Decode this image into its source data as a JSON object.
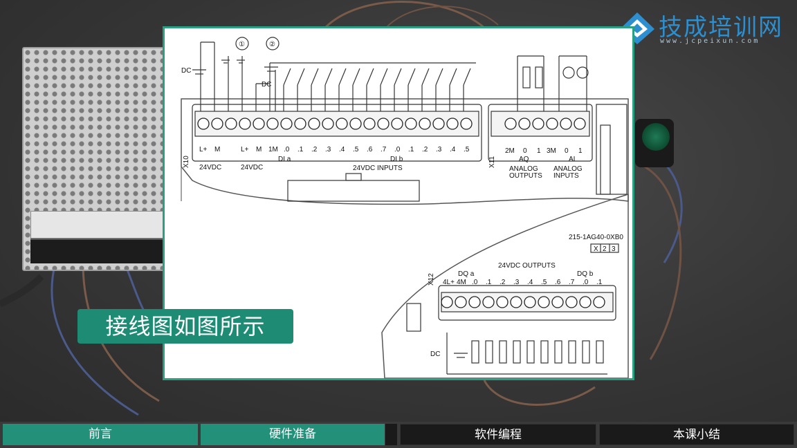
{
  "logo": {
    "title": "技成培训网",
    "subtitle": "www.jcpeixun.com",
    "color": "#2e8fd0"
  },
  "caption": "接线图如图所示",
  "diagram": {
    "callout_1": "①",
    "callout_2": "②",
    "dc_left": "DC",
    "dc_inputs": "DC",
    "dc_outputs": "DC",
    "x10": "X10",
    "x11": "X11",
    "x12": "X12",
    "lplus": "L+",
    "m": "M",
    "lplus2": "L+",
    "m2": "M",
    "one_m": "1M",
    "dia_ticks": [
      ".0",
      ".1",
      ".2",
      ".3",
      ".4",
      ".5",
      ".6",
      ".7"
    ],
    "dib_ticks": [
      ".0",
      ".1",
      ".2",
      ".3",
      ".4",
      ".5"
    ],
    "dia": "DI a",
    "dib": "DI b",
    "v24dc_1": "24VDC",
    "v24dc_2": "24VDC",
    "inputs_label": "24VDC INPUTS",
    "two_m": "2M",
    "aq0": "0",
    "aq1": "1",
    "aq": "AQ",
    "three_m": "3M",
    "ai0": "0",
    "ai1": "1",
    "ai": "AI",
    "analog_outputs_1": "ANALOG",
    "analog_outputs_2": "OUTPUTS",
    "analog_inputs_1": "ANALOG",
    "analog_inputs_2": "INPUTS",
    "part_number": "215-1AG40-0XB0",
    "x": "X",
    "box2": "2",
    "box3": "3",
    "outputs_label": "24VDC OUTPUTS",
    "dqa": "DQ a",
    "dqb": "DQ b",
    "four_lplus": "4L+",
    "four_m": "4M",
    "dqa_ticks": [
      ".0",
      ".1",
      ".2",
      ".3",
      ".4",
      ".5",
      ".6",
      ".7"
    ],
    "dqb_ticks": [
      ".0",
      ".1"
    ]
  },
  "nav": {
    "items": [
      {
        "label": "前言",
        "state": "active"
      },
      {
        "label": "硬件准备",
        "state": "active"
      },
      {
        "label": "软件编程",
        "state": "inactive"
      },
      {
        "label": "本课小结",
        "state": "inactive"
      }
    ],
    "active_color": "#23917a",
    "inactive_color": "#1a1a1a"
  }
}
